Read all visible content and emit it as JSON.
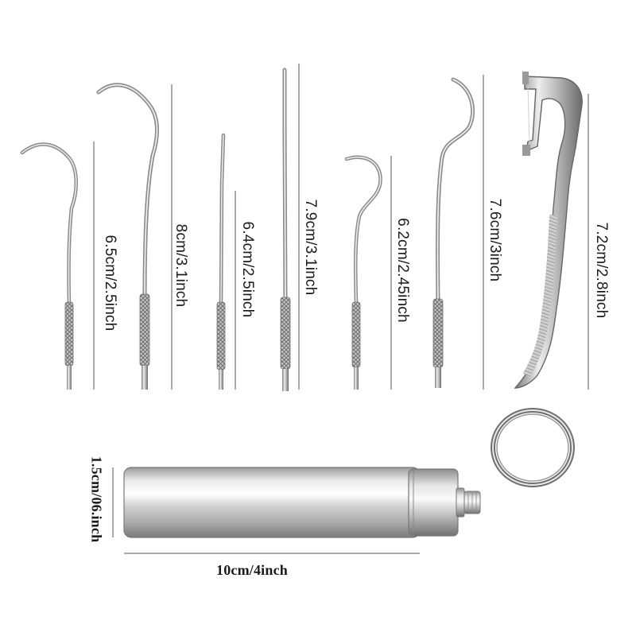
{
  "product_photo": {
    "tools": [
      {
        "name": "curved-pick-small",
        "label": "6.5cm/2.5inch"
      },
      {
        "name": "curved-pick-large",
        "label": "8cm/3.1inch"
      },
      {
        "name": "straight-pick-short",
        "label": "6.4cm/2.5inch"
      },
      {
        "name": "straight-pick-long",
        "label": "7.9cm/3.1inch"
      },
      {
        "name": "hook-pick-small",
        "label": "6.2cm/2.45inch"
      },
      {
        "name": "hook-pick-large",
        "label": "7.6cm/3inch"
      },
      {
        "name": "floss-pick",
        "label": "7.2cm/2.8inch"
      }
    ],
    "case": {
      "diameter_label": "1.5cm/06.inch",
      "length_label": "10cm/4inch"
    },
    "colors": {
      "metal_light": "#f2f2f2",
      "metal_mid": "#b9b9b9",
      "metal_dark": "#6e6e6e",
      "dimension_line": "#555555",
      "text": "#1a1a1a"
    }
  }
}
